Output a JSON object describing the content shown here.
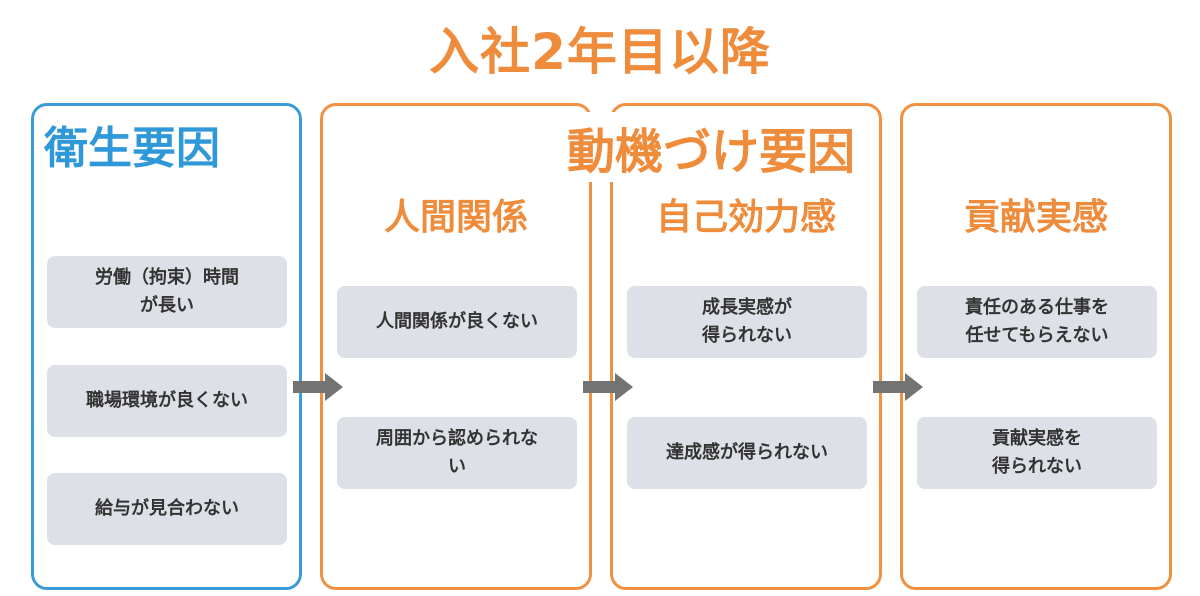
{
  "title": "入社2年目以降",
  "hygiene": {
    "heading": "衛生要因",
    "items": [
      "労働（拘束）時間\nが長い",
      "職場環境が良くない",
      "給与が見合わない"
    ]
  },
  "motivation": {
    "heading": "動機づけ要因",
    "columns": [
      {
        "heading": "人間関係",
        "items": [
          "人間関係が良くない",
          "周囲から認められな\nい"
        ]
      },
      {
        "heading": "自己効力感",
        "items": [
          "成長実感が\n得られない",
          "達成感が得られない"
        ]
      },
      {
        "heading": "貢献実感",
        "items": [
          "責任のある仕事を\n任せてもらえない",
          "貢献実感を\n得られない"
        ]
      }
    ]
  },
  "colors": {
    "orange": "#ef8c3c",
    "blue": "#2e98d8",
    "card": "#dde0e6",
    "arrow": "#737373"
  },
  "icons": [
    "arrow-right-icon"
  ]
}
